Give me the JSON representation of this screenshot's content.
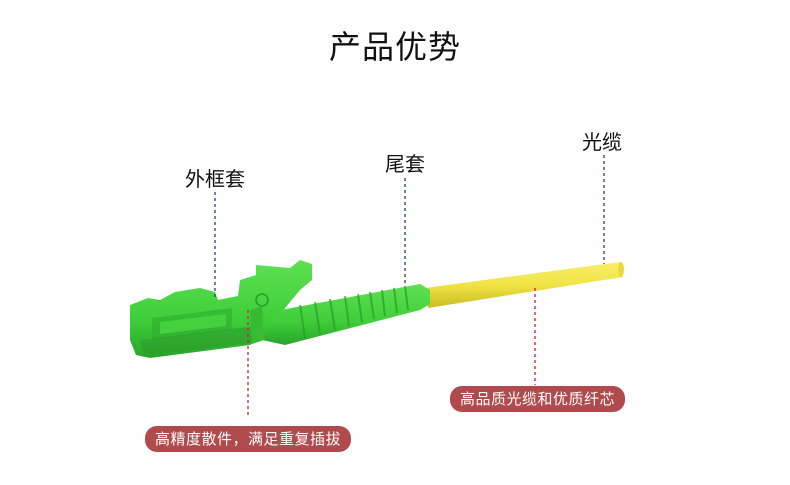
{
  "title": "产品优势",
  "callouts": {
    "housing": {
      "label": "外框套"
    },
    "boot": {
      "label": "尾套"
    },
    "cable": {
      "label": "光缆"
    }
  },
  "badges": {
    "precision": {
      "text": "高精度散件，满足重复插拔"
    },
    "quality": {
      "text": "高品质光缆和优质纤芯"
    }
  },
  "colors": {
    "connector_green": "#3fcf3a",
    "cable_yellow": "#f0e445",
    "badge_red": "#b04a4c",
    "leader_blue": "#1f3f7a",
    "leader_red": "#d0202a"
  }
}
